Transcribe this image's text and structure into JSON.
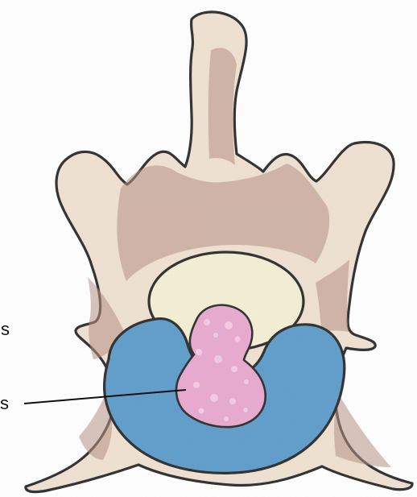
{
  "diagram": {
    "labels": [
      {
        "id": "label-upper",
        "text": "s"
      },
      {
        "id": "label-lower",
        "text": "s"
      }
    ],
    "colors": {
      "bone_fill": "#efe1d1",
      "bone_shade": "#b58f82",
      "outline": "#2f2f2f",
      "canal": "#f3efd4",
      "disc": "#5f9dca",
      "nucleus": "#e8a9cf",
      "nucleus_spots": "#f2cde4"
    }
  }
}
